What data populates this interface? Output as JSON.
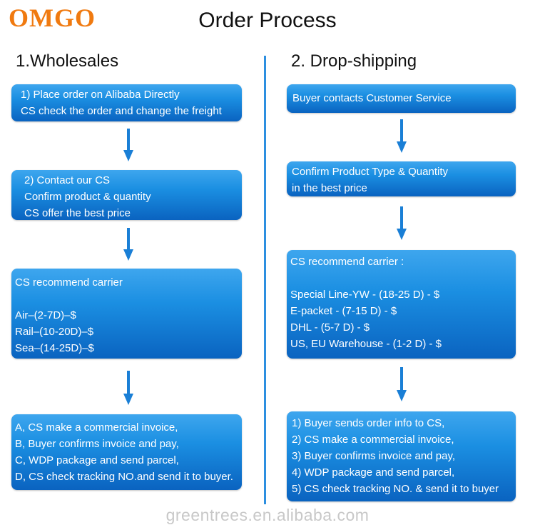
{
  "header": {
    "logo": "OMGO",
    "title": "Order Process"
  },
  "left": {
    "title": "1.Wholesales",
    "steps": [
      {
        "lines": [
          "1) Place order on Alibaba Directly",
          "CS check the order and change the freight"
        ]
      },
      {
        "lines": [
          "2) Contact our CS",
          "Confirm product & quantity",
          "CS offer the best price"
        ]
      },
      {
        "lines": [
          "CS recommend carrier",
          "",
          "Air–(2-7D)–$",
          "Rail–(10-20D)–$",
          "Sea–(14-25D)–$"
        ]
      },
      {
        "lines": [
          "A, CS make a commercial invoice,",
          "B, Buyer confirms invoice and pay,",
          "C, WDP package and send parcel,",
          "D, CS check tracking NO.and send it to buyer."
        ]
      }
    ]
  },
  "right": {
    "title": "2. Drop-shipping",
    "steps": [
      {
        "lines": [
          "Buyer contacts Customer Service"
        ]
      },
      {
        "lines": [
          "Confirm Product Type & Quantity",
          "in the best price"
        ]
      },
      {
        "lines": [
          "CS recommend carrier :",
          "",
          "Special Line-YW - (18-25 D) - $",
          "E-packet - (7-15 D) - $",
          "DHL - (5-7 D) - $",
          "US, EU Warehouse - (1-2 D) - $"
        ]
      },
      {
        "lines": [
          "1) Buyer sends order info to CS,",
          "2) CS make a commercial invoice,",
          "3) Buyer confirms invoice and pay,",
          "4) WDP package and send parcel,",
          "5) CS check tracking NO. & send it to buyer"
        ]
      }
    ]
  },
  "footer": {
    "watermark": "greentrees.en.alibaba.com"
  },
  "colors": {
    "box_top": "#3ea6ee",
    "box_bottom": "#0a63c0",
    "arrow": "#1a7fd6",
    "divider": "#2d8fe0",
    "logo": "#f07a10"
  }
}
